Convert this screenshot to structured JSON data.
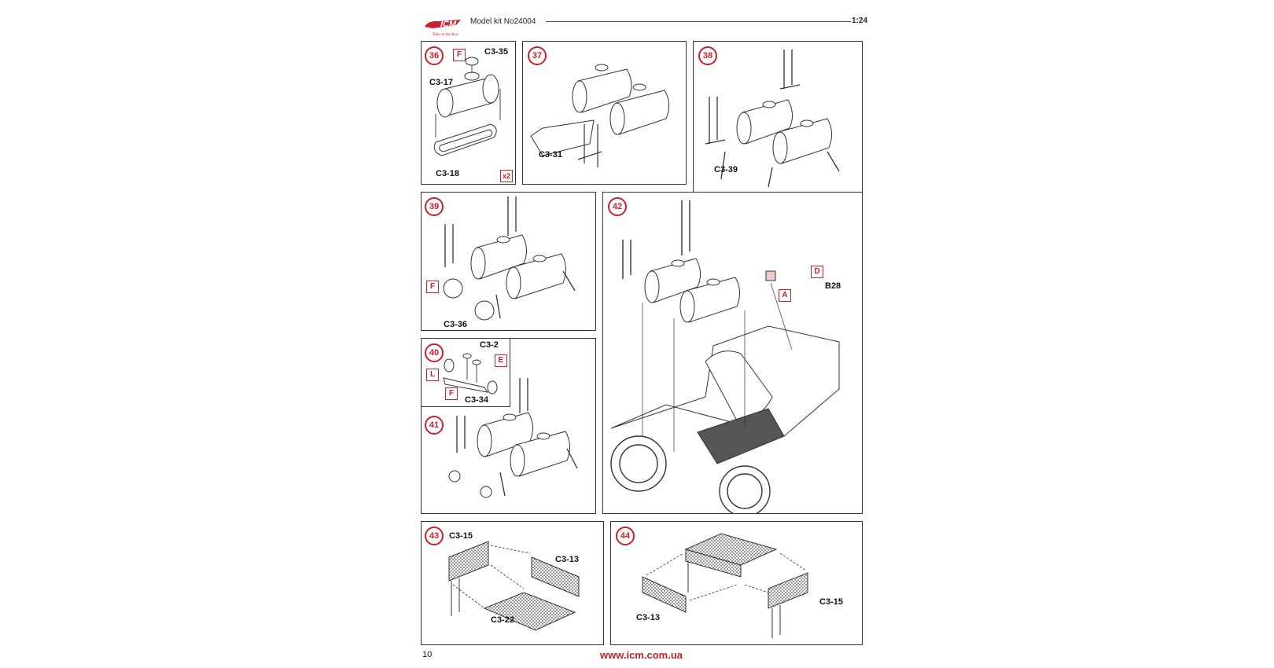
{
  "header": {
    "brand": "ICM",
    "slogan": "Take on the Best",
    "title": "Model kit No24004",
    "scale": "1:24"
  },
  "colors": {
    "accent": "#c8202c",
    "line": "#333333"
  },
  "steps": [
    {
      "number": "36",
      "labels": [
        "C3-35",
        "C3-17",
        "C3-18"
      ],
      "paints": [
        "F"
      ],
      "multiplier": "x2"
    },
    {
      "number": "37",
      "labels": [
        "C3-31"
      ]
    },
    {
      "number": "38",
      "labels": [
        "C3-39"
      ]
    },
    {
      "number": "39",
      "labels": [
        "C3-36"
      ],
      "paints": [
        "F"
      ]
    },
    {
      "number": "40",
      "labels": [
        "C3-2",
        "C3-34"
      ],
      "paints": [
        "E",
        "L",
        "F"
      ]
    },
    {
      "number": "41",
      "labels": []
    },
    {
      "number": "42",
      "labels": [
        "B28"
      ],
      "paints": [
        "D",
        "A"
      ]
    },
    {
      "number": "43",
      "labels": [
        "C3-15",
        "C3-13",
        "C3-22"
      ]
    },
    {
      "number": "44",
      "labels": [
        "C3-13",
        "C3-15"
      ]
    }
  ],
  "footer": {
    "page_number": "10",
    "url": "www.icm.com.ua"
  }
}
